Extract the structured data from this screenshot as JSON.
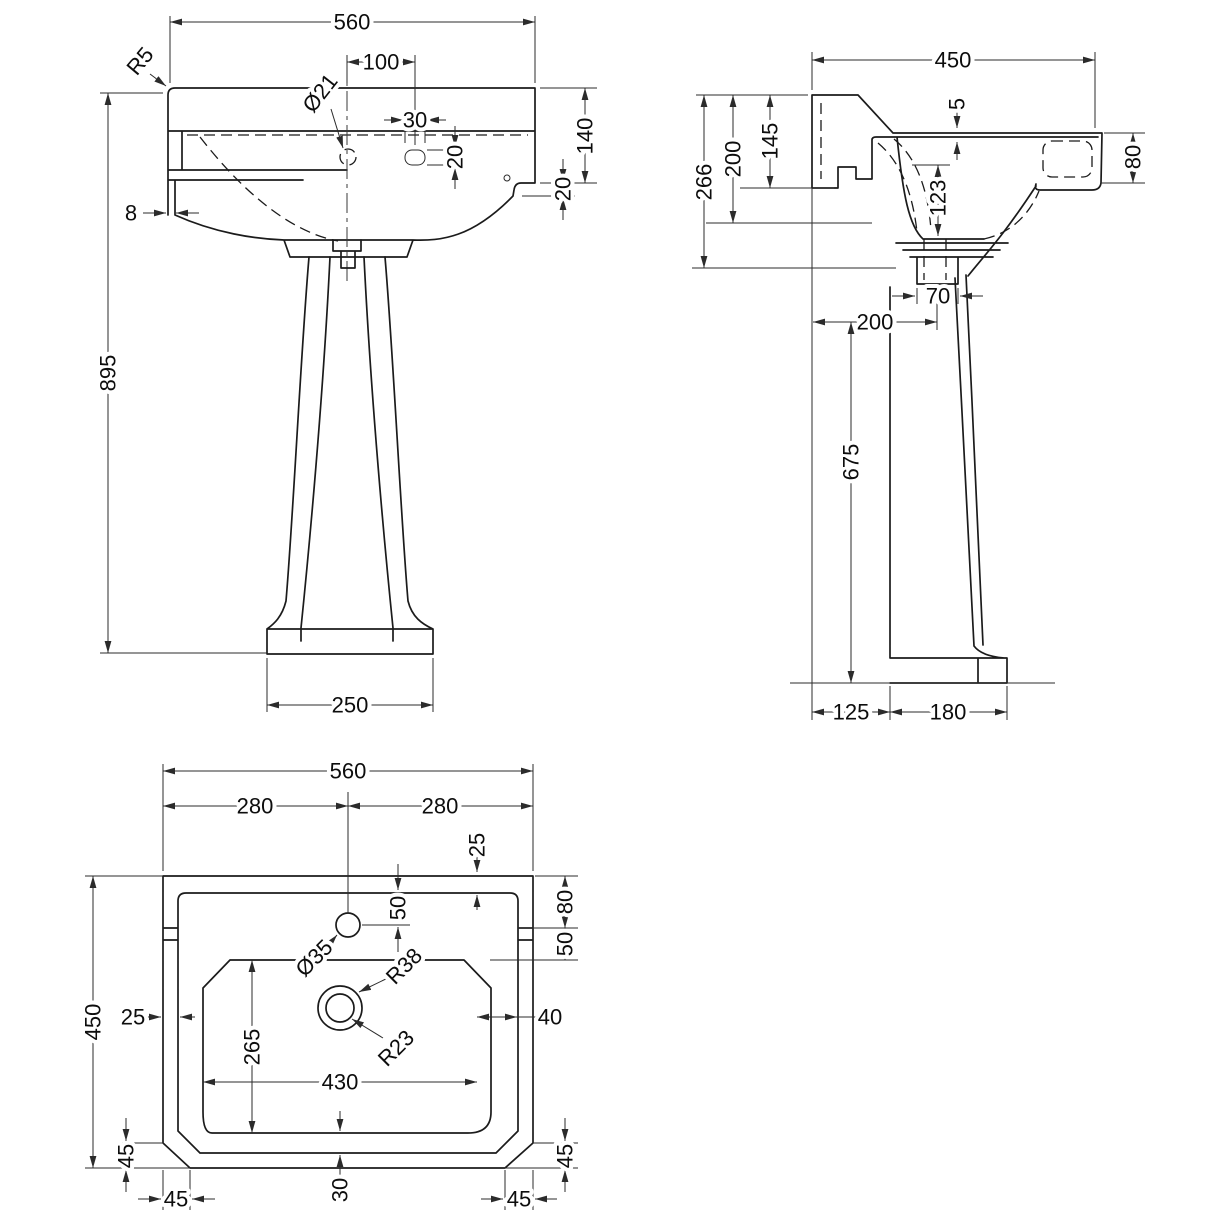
{
  "views": {
    "front": {
      "corner_radius": "R5",
      "overall_width": "560",
      "tap_hole_offset": "100",
      "fixing_slot_width": "30",
      "fixing_slot_height": "20",
      "tap_hole_diameter": "Ø21",
      "rim_depth_right": "140",
      "rim_step_right": "20",
      "back_step": "8",
      "overall_height": "895",
      "pedestal_base_width": "250"
    },
    "side": {
      "overall_depth": "450",
      "rim_lip": "5",
      "bracket_height": "145",
      "back_height_mid": "200",
      "back_height_total": "266",
      "bowl_depth": "123",
      "front_apron_height": "80",
      "waste_outlet_width": "70",
      "waste_offset": "200",
      "pedestal_height": "675",
      "wall_to_pedestal": "125",
      "pedestal_base_depth": "180"
    },
    "plan": {
      "overall_width": "560",
      "half_width_left": "280",
      "half_width_right": "280",
      "rim_inset_top": "25",
      "tap_hole_to_rim": "50",
      "ledge_depth_right": "80",
      "ledge_inner_right": "50",
      "overall_depth": "450",
      "rim_inset_left": "25",
      "tap_hole_diameter": "Ø35",
      "waste_radius_outer": "R38",
      "waste_radius_inner": "R23",
      "bowl_inset_right": "40",
      "bowl_depth": "265",
      "bowl_width": "430",
      "corner_chamfer_left_v": "45",
      "corner_chamfer_left_h": "45",
      "bowl_to_rim_bottom": "30",
      "corner_chamfer_right_v": "45",
      "corner_chamfer_right_h": "45"
    }
  }
}
